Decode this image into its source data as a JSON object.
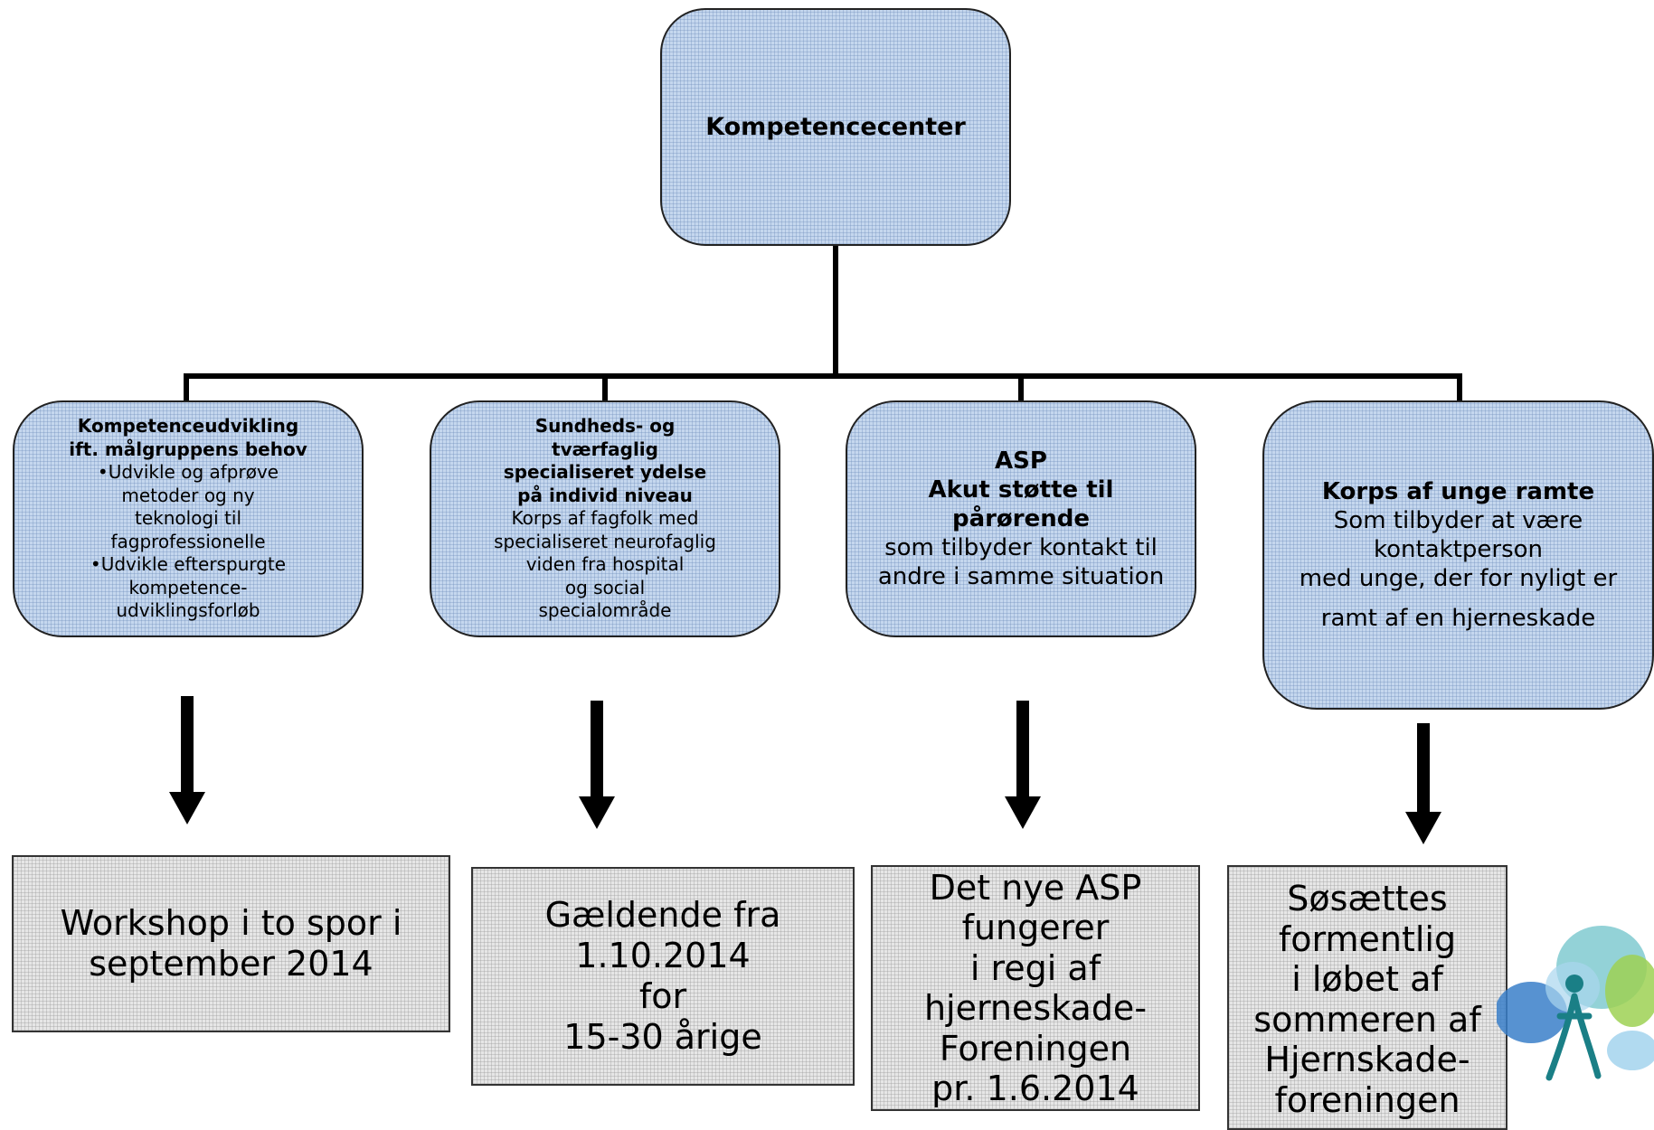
{
  "root": {
    "title": "Kompetencecenter"
  },
  "branches": [
    {
      "lines": [
        {
          "text": "Kompetenceudvikling",
          "bold": true
        },
        {
          "text": "ift. målgruppens behov",
          "bold": true
        },
        {
          "text": "•Udvikle og afprøve",
          "bold": false
        },
        {
          "text": "metoder og ny",
          "bold": false
        },
        {
          "text": "teknologi til",
          "bold": false
        },
        {
          "text": "fagprofessionelle",
          "bold": false
        },
        {
          "text": "•Udvikle efterspurgte",
          "bold": false
        },
        {
          "text": "kompetence-",
          "bold": false
        },
        {
          "text": "udviklingsforløb",
          "bold": false
        }
      ],
      "outcome": [
        "Workshop i to spor i",
        "september 2014"
      ]
    },
    {
      "lines": [
        {
          "text": "Sundheds- og",
          "bold": true
        },
        {
          "text": "tværfaglig",
          "bold": true
        },
        {
          "text": "specialiseret ydelse",
          "bold": true
        },
        {
          "text": "på individ niveau",
          "bold": true
        },
        {
          "text": "Korps af fagfolk med",
          "bold": false
        },
        {
          "text": "specialiseret neurofaglig",
          "bold": false
        },
        {
          "text": "viden fra hospital",
          "bold": false
        },
        {
          "text": "og social",
          "bold": false
        },
        {
          "text": "specialområde",
          "bold": false
        }
      ],
      "outcome": [
        "Gældende fra",
        "1.10.2014",
        "for",
        "15-30 årige"
      ]
    },
    {
      "lines": [
        {
          "text": "ASP",
          "bold": true
        },
        {
          "text": "Akut støtte til",
          "bold": true
        },
        {
          "text": "pårørende",
          "bold": true
        },
        {
          "text": "som tilbyder kontakt til",
          "bold": false
        },
        {
          "text": "andre i samme situation",
          "bold": false
        }
      ],
      "outcome": [
        "Det nye ASP",
        "fungerer",
        "i regi af",
        "hjerneskade-",
        "Foreningen",
        "pr. 1.6.2014"
      ]
    },
    {
      "lines": [
        {
          "text": "Korps af unge ramte",
          "bold": true
        },
        {
          "text": "Som tilbyder at være",
          "bold": false
        },
        {
          "text": "kontaktperson",
          "bold": false
        },
        {
          "text": "med unge, der for nyligt er",
          "bold": false
        },
        {
          "text": "ramt af en hjerneskade",
          "bold": false
        }
      ],
      "outcome": [
        "Søsættes",
        "formentlig",
        "i løbet af",
        "sommeren af",
        "Hjernskade-",
        "foreningen"
      ]
    }
  ],
  "colors": {
    "box_blue": "#c5d7ee",
    "box_grey": "#e6e6e6",
    "connector": "#000000",
    "logo_blue": "#3a7fc9",
    "logo_teal": "#6fc3c9",
    "logo_green": "#9ed154",
    "logo_lightblue": "#a9d6ee",
    "logo_figure": "#1a7f86"
  },
  "logo": {
    "icon": "figure-with-petals-logo"
  }
}
